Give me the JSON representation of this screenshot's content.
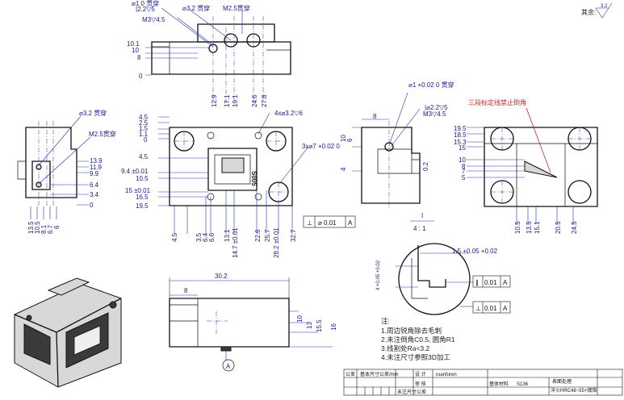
{
  "roughness_note": {
    "label": "其余:",
    "value": "3.2"
  },
  "top_view": {
    "callouts": {
      "hole_a": "⌀1 0 贯穿",
      "hole_b": "|2.2▽5",
      "hole_c": "⌀3.2 贯穿",
      "hole_d": "M2.5贯穿",
      "tap": "M3▽4.5"
    },
    "left_dims": [
      "10.1",
      "10",
      "8",
      "0"
    ],
    "bottom_dims": [
      "12.9",
      "17.1",
      "19.1",
      "24.6",
      "27.8"
    ]
  },
  "front_view": {
    "left_dims": [
      "4.5",
      "2.5",
      "1.5",
      "1.1",
      "0",
      "4.5",
      "9.4 ±0.01",
      "10.5",
      "15 ±0.01",
      "16.5",
      "19.5"
    ],
    "bottom_dims": [
      "4.5",
      "3.5",
      "6.4",
      "6.6",
      "13.1",
      "14.7 ±0.01",
      "22.6",
      "25.7",
      "28.2 ±0.01",
      "32.7"
    ],
    "callout_holes": "4x⌀3.2▽6",
    "callout_pin": "3x⌀7 +0.02 0",
    "engraving": "S005",
    "gdt": {
      "symbol": "⊥",
      "value": "⌀ 0.01",
      "datum": "A"
    }
  },
  "left_view": {
    "callout_a": "⌀3.2 贯穿",
    "callout_b": "M2.5贯穿",
    "right_dims": [
      "13.9",
      "11.9",
      "9.9",
      "6.4",
      "3.4",
      "0"
    ],
    "bottom_dims": [
      "13.5",
      "10.5",
      "8.1",
      "6.7",
      "6"
    ]
  },
  "right_section": {
    "callout_a": "⌀1 +0.02 0 贯穿",
    "callout_b": "|⌀2.2▽5",
    "callout_c": "M3▽4.5",
    "top_dim": "8",
    "left_dims": [
      "10",
      "6",
      "4"
    ],
    "right_dim": "0.2"
  },
  "far_right_view": {
    "note": "三段标定线禁止倒角",
    "left_dims": [
      "19.5",
      "18.5",
      "15.3",
      "15",
      "10",
      "8",
      "7",
      "5"
    ],
    "bottom_dims": [
      "10.5",
      "13.5",
      "15.1",
      "20.5",
      "24.5"
    ]
  },
  "detail": {
    "label": "I",
    "scale": "4 : 1",
    "dim_top": "1.5 +0.05 +0.02",
    "dim_left": "4 +0.05 +0.02",
    "gdt_a": {
      "symbol": "∥",
      "value": "0.01",
      "datum": "A"
    },
    "gdt_b": {
      "symbol": "⊥",
      "value": "0.01",
      "datum": "A"
    }
  },
  "bottom_view": {
    "top_dims": [
      "30.2",
      "8"
    ],
    "right_dims": [
      "10",
      "13",
      "15.5",
      "16"
    ],
    "datum": "A"
  },
  "notes": {
    "title": "注:",
    "items": [
      "1.周边锐角除去毛刺",
      "2.未注倒角C0.5, 圆角R1",
      "3.线割处Ra<3.2",
      "4.未注尺寸参照3D加工"
    ]
  },
  "title_block": {
    "tolerance_label": "公差",
    "tolerance_value": "基本尺寸公差/mm",
    "design_label": "设 计",
    "designer": "ruanfuren",
    "unmarked_tol": "未注尺寸公差",
    "review_label": "审 核",
    "material_label": "基体材料",
    "material": "S136",
    "surface_label": "表面处理",
    "surface": "淬火HRC48~55+镀铬"
  }
}
